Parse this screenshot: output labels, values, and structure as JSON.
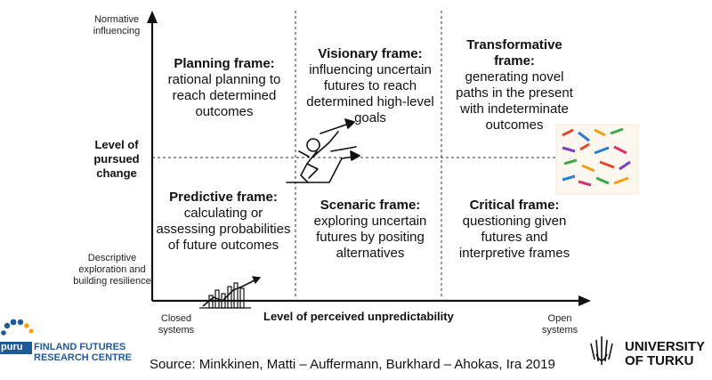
{
  "y_axis": {
    "top_label": "Normative influencing",
    "middle_label": "Level of pursued change",
    "bottom_label": "Descriptive exploration and building resilience"
  },
  "x_axis": {
    "title": "Level of perceived unpredictability",
    "left_label": "Closed systems",
    "right_label": "Open systems"
  },
  "frames": {
    "planning": {
      "title": "Planning frame:",
      "desc": "rational planning to reach determined outcomes"
    },
    "visionary": {
      "title": "Visionary frame:",
      "desc": "influencing uncertain futures to reach determined high-level goals"
    },
    "transformative": {
      "title": "Transformative frame:",
      "desc": "generating novel paths in the present with indeterminate outcomes"
    },
    "predictive": {
      "title": "Predictive frame:",
      "desc": "calculating or assessing probabilities of future outcomes"
    },
    "scenaric": {
      "title": "Scenaric frame:",
      "desc": "exploring uncertain futures by positing alternatives"
    },
    "critical": {
      "title": "Critical frame:",
      "desc": "questioning given futures and interpretive frames"
    }
  },
  "source": "Source: Minkkinen, Matti – Auffermann, Burkhard – Ahokas, Ira 2019",
  "logos": {
    "left_partial": "puru",
    "left_line1": "FINLAND FUTURES",
    "left_line2": "RESEARCH CENTRE",
    "right_line1": "UNIVERSITY",
    "right_line2": "OF TURKU"
  },
  "colors": {
    "axis": "#111111",
    "divider": "#333333",
    "logo_blue": "#1f5a96",
    "logo_orange": "#f2a100"
  }
}
